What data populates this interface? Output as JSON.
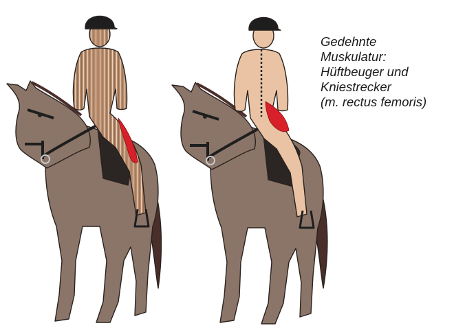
{
  "caption": {
    "lines": [
      "Gedehnte",
      "Muskulatur:",
      "Hüftbeuger und",
      "Kniestrecker",
      "(m. rectus femoris)"
    ]
  },
  "colors": {
    "horse": "#8a7568",
    "horse_outline": "#2a2220",
    "tail": "#4a2e2a",
    "helmet": "#1e1e1e",
    "skin": "#e9c3a3",
    "muscle_brown": "#b88c6c",
    "highlight_red": "#d8202a"
  }
}
